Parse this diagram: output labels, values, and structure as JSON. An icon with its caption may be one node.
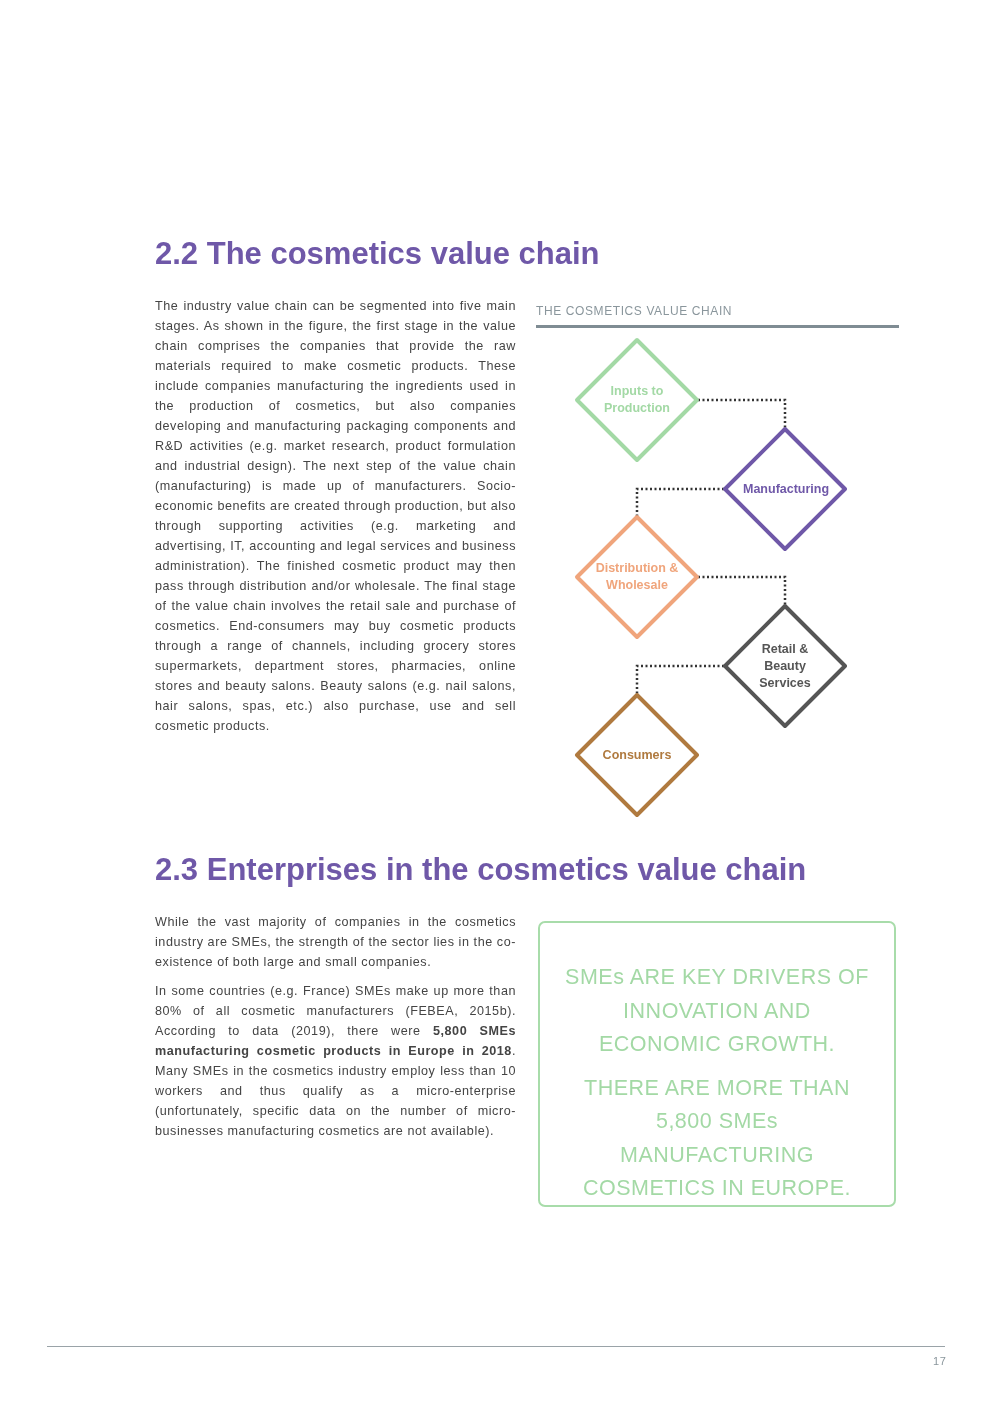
{
  "diagram": {
    "title": "2.2 The cosmetics value chain",
    "nodes": [
      {
        "text": [
          "Inputs to Production"
        ]
      },
      {
        "text": [
          "Manufacturing"
        ]
      },
      {
        "text": [
          "Distribution & Wholesale"
        ]
      },
      {
        "text": [
          "Retail & Beauty Services"
        ]
      },
      {
        "text": [
          "Consumers"
        ]
      },
      {
        "text": [
          "SMEs ARE KEY DRIVERS OF INNOVATION AND ECONOMIC GROWTH.",
          "THERE ARE MORE THAN 5,800 SMEs MANUFACTURING COSMETICS IN EUROPE."
        ]
      }
    ],
    "edges": [
      {
        "from": 0,
        "to": 1,
        "arrow": "none",
        "style": "dashed"
      },
      {
        "from": 1,
        "to": 2,
        "arrow": "none",
        "style": "dashed"
      },
      {
        "from": 2,
        "to": 3,
        "arrow": "none",
        "style": "dashed"
      },
      {
        "from": 3,
        "to": 4,
        "arrow": "none",
        "style": "dashed"
      }
    ],
    "labels": [
      "The industry value chain can be segmented into five main stages. As shown in the figure, the first stage in the value chain comprises the companies that provide the raw materials required to make cosmetic products. These include companies manufacturing the ingredients used in the production of cosmetics, but also companies developing and manufacturing packaging components and R&D activities (e.g. market research, product formulation and industrial design). The next step of the value chain (manufacturing) is made up of manufacturers. Socio-economic benefits are created through production, but also through supporting activities (e.g. marketing and advertising, IT, accounting and legal services and business administration). The finished cosmetic product may then pass through distribution and/or wholesale. The final stage of the value chain involves the retail sale and purchase of cosmetics. End-consumers may buy cosmetic products through a range of channels, including grocery stores supermarkets, department stores, pharmacies, online stores and beauty salons. Beauty salons (e.g. nail salons, hair salons, spas, etc.) also purchase, use and sell cosmetic products.",
      "THE COSMETICS VALUE CHAIN",
      "2.3 Enterprises in the cosmetics value chain",
      "While the vast majority of companies in the cosmetics industry are SMEs, the strength of the sector lies in the co-existence of both large and small companies.",
      "In some countries (e.g. France) SMEs make up more than 80% of all cosmetic manufacturers (FEBEA, 2015b). According to data (2019), there were **5,800 SMEs manufacturing cosmetic products in Europe in 2018**. Many SMEs in the cosmetics industry employ less than 10 workers and thus qualify as a micro-enterprise (unfortunately, specific data on the number of micro-businesses manufacturing cosmetics are not available).",
      "17"
    ]
  }
}
